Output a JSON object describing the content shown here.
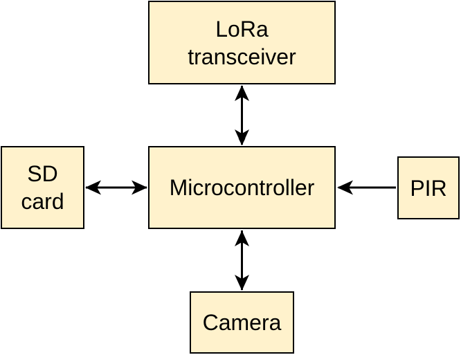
{
  "colors": {
    "node_fill": "#fff2cc",
    "stroke": "#000000",
    "text": "#000000"
  },
  "nodes": {
    "lora": {
      "lines": [
        "LoRa",
        "transceiver"
      ]
    },
    "mcu": {
      "lines": [
        "Microcontroller"
      ]
    },
    "sd": {
      "lines": [
        "SD",
        "card"
      ]
    },
    "pir": {
      "lines": [
        "PIR"
      ]
    },
    "camera": {
      "lines": [
        "Camera"
      ]
    }
  },
  "edges": [
    {
      "from": "mcu",
      "to": "lora",
      "direction": "bidirectional"
    },
    {
      "from": "mcu",
      "to": "sd",
      "direction": "bidirectional"
    },
    {
      "from": "pir",
      "to": "mcu",
      "direction": "forward"
    },
    {
      "from": "mcu",
      "to": "camera",
      "direction": "bidirectional"
    }
  ]
}
